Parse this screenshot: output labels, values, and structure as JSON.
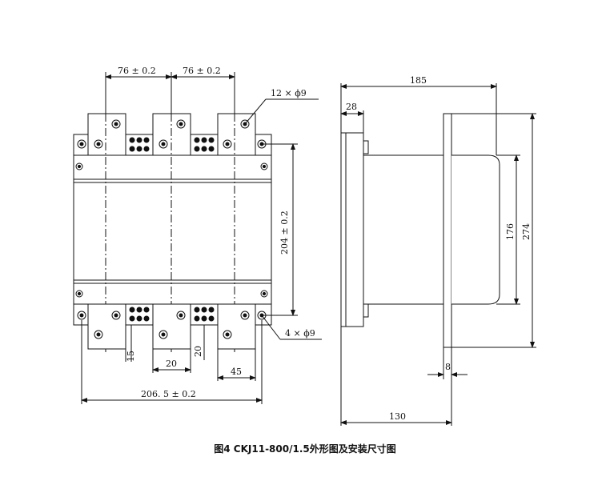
{
  "caption": "图4  CKJ11-800/1.5外形图及安装尺寸图",
  "dimensions": {
    "pitch_left": "76 ± 0.2",
    "pitch_right": "76 ± 0.2",
    "holes_top": "12 × ϕ9",
    "holes_bottom": "4 × ϕ9",
    "height_mount": "204 ± 0.2",
    "gap_15": "15",
    "gap_20_bottom": "20",
    "gap_20_side": "20",
    "dim_45": "45",
    "width_total": "206. 5 ± 0.2",
    "depth_185": "185",
    "depth_28": "28",
    "height_176": "176",
    "height_274": "274",
    "thickness_8": "8",
    "depth_130": "130"
  }
}
